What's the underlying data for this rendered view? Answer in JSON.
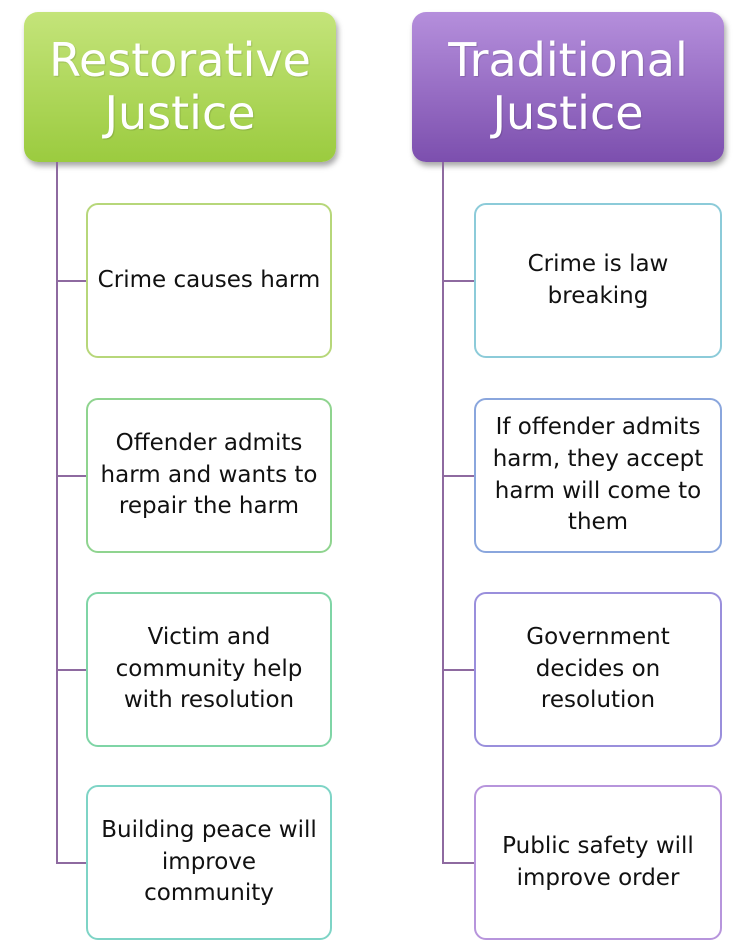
{
  "colors": {
    "left_header": "#9bcb3f",
    "right_header": "#7c4fae",
    "connector": "#8e6aa0",
    "left_box_borders": [
      "#b7d77a",
      "#8fd48f",
      "#7fd5a6",
      "#7ed4c6"
    ],
    "right_box_borders": [
      "#8ccbd9",
      "#8aa6dd",
      "#9a8fdc",
      "#b795dc"
    ]
  },
  "left": {
    "title": "Restorative Justice",
    "items": [
      "Crime causes harm",
      "Offender admits harm and wants to repair the harm",
      "Victim and community help with resolution",
      "Building peace will improve community"
    ]
  },
  "right": {
    "title": "Traditional Justice",
    "items": [
      "Crime is law breaking",
      "If offender admits harm, they accept harm will come to them",
      "Government decides on resolution",
      "Public safety will improve order"
    ]
  }
}
